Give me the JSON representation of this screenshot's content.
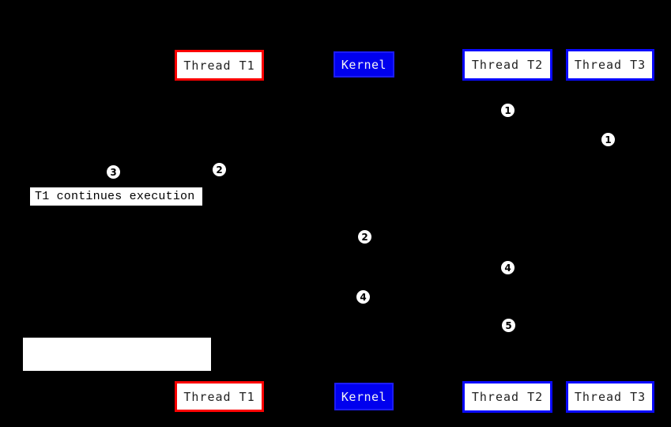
{
  "diagram": {
    "nodes_top": [
      {
        "label": "Thread T1"
      },
      {
        "label": "Kernel"
      },
      {
        "label": "Thread T2"
      },
      {
        "label": "Thread T3"
      }
    ],
    "nodes_bottom": [
      {
        "label": "Thread T1"
      },
      {
        "label": "Kernel"
      },
      {
        "label": "Thread T2"
      },
      {
        "label": "Thread T3"
      }
    ],
    "annotation": {
      "label": "T1 continues execution"
    },
    "markers": [
      {
        "value": "3"
      },
      {
        "value": "2"
      },
      {
        "value": "1"
      },
      {
        "value": "1"
      },
      {
        "value": "2"
      },
      {
        "value": "4"
      },
      {
        "value": "4"
      },
      {
        "value": "5"
      }
    ],
    "colors": {
      "background": "#000000",
      "thread_t1_border": "#fb0000",
      "thread_t2_t3_border": "#0a0aff",
      "kernel_fill": "#0000ee",
      "kernel_border": "#1c1cff",
      "node_fill": "#ffffff",
      "node_text": "#222222",
      "kernel_text": "#f5f5f5"
    }
  }
}
